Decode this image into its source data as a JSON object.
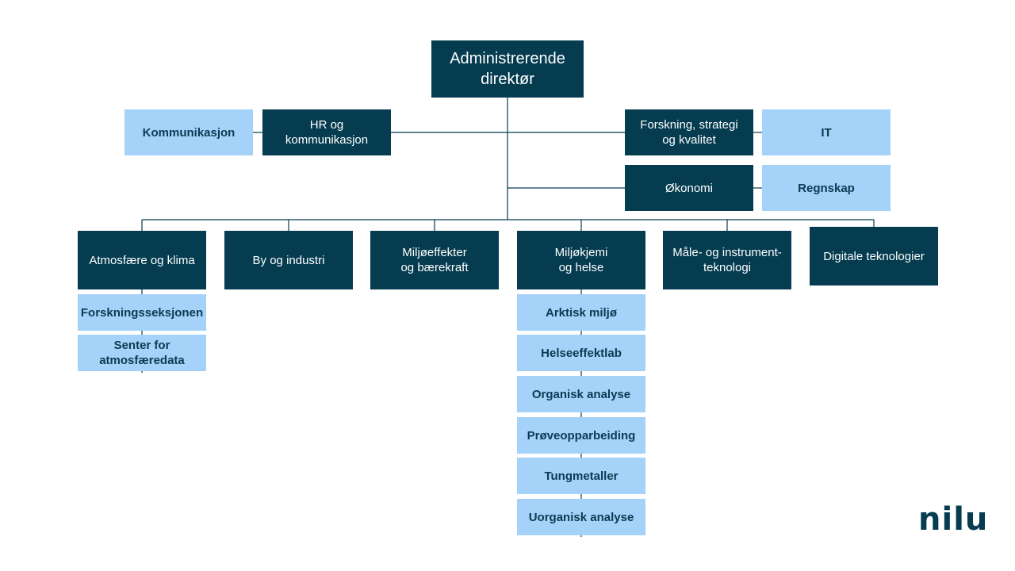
{
  "top": {
    "label": "Administrerende\ndirektør"
  },
  "staff": {
    "kommunikasjon": "Kommunikasjon",
    "hr": "HR og\nkommunikasjon",
    "forskning": "Forskning, strategi\nog kvalitet",
    "it": "IT",
    "okonomi": "Økonomi",
    "regnskap": "Regnskap"
  },
  "departments": [
    {
      "label": "Atmosfære og klima"
    },
    {
      "label": "By og industri"
    },
    {
      "label": "Miljøeffekter\nog bærekraft"
    },
    {
      "label": "Miljøkjemi\nog helse"
    },
    {
      "label": "Måle- og instrument-\nteknologi"
    },
    {
      "label": "Digitale teknologier"
    }
  ],
  "sections": {
    "atmosfaere": [
      "Forskningsseksjonen",
      "Senter for\natmosfæredata"
    ],
    "miljokjemi": [
      "Arktisk miljø",
      "Helseeffektlab",
      "Organisk analyse",
      "Prøveopparbeiding",
      "Tungmetaller",
      "Uorganisk analyse"
    ]
  },
  "logo": "nilu",
  "colors": {
    "dark": "#053c50",
    "light": "#a4d2f8",
    "line": "#053c50"
  }
}
